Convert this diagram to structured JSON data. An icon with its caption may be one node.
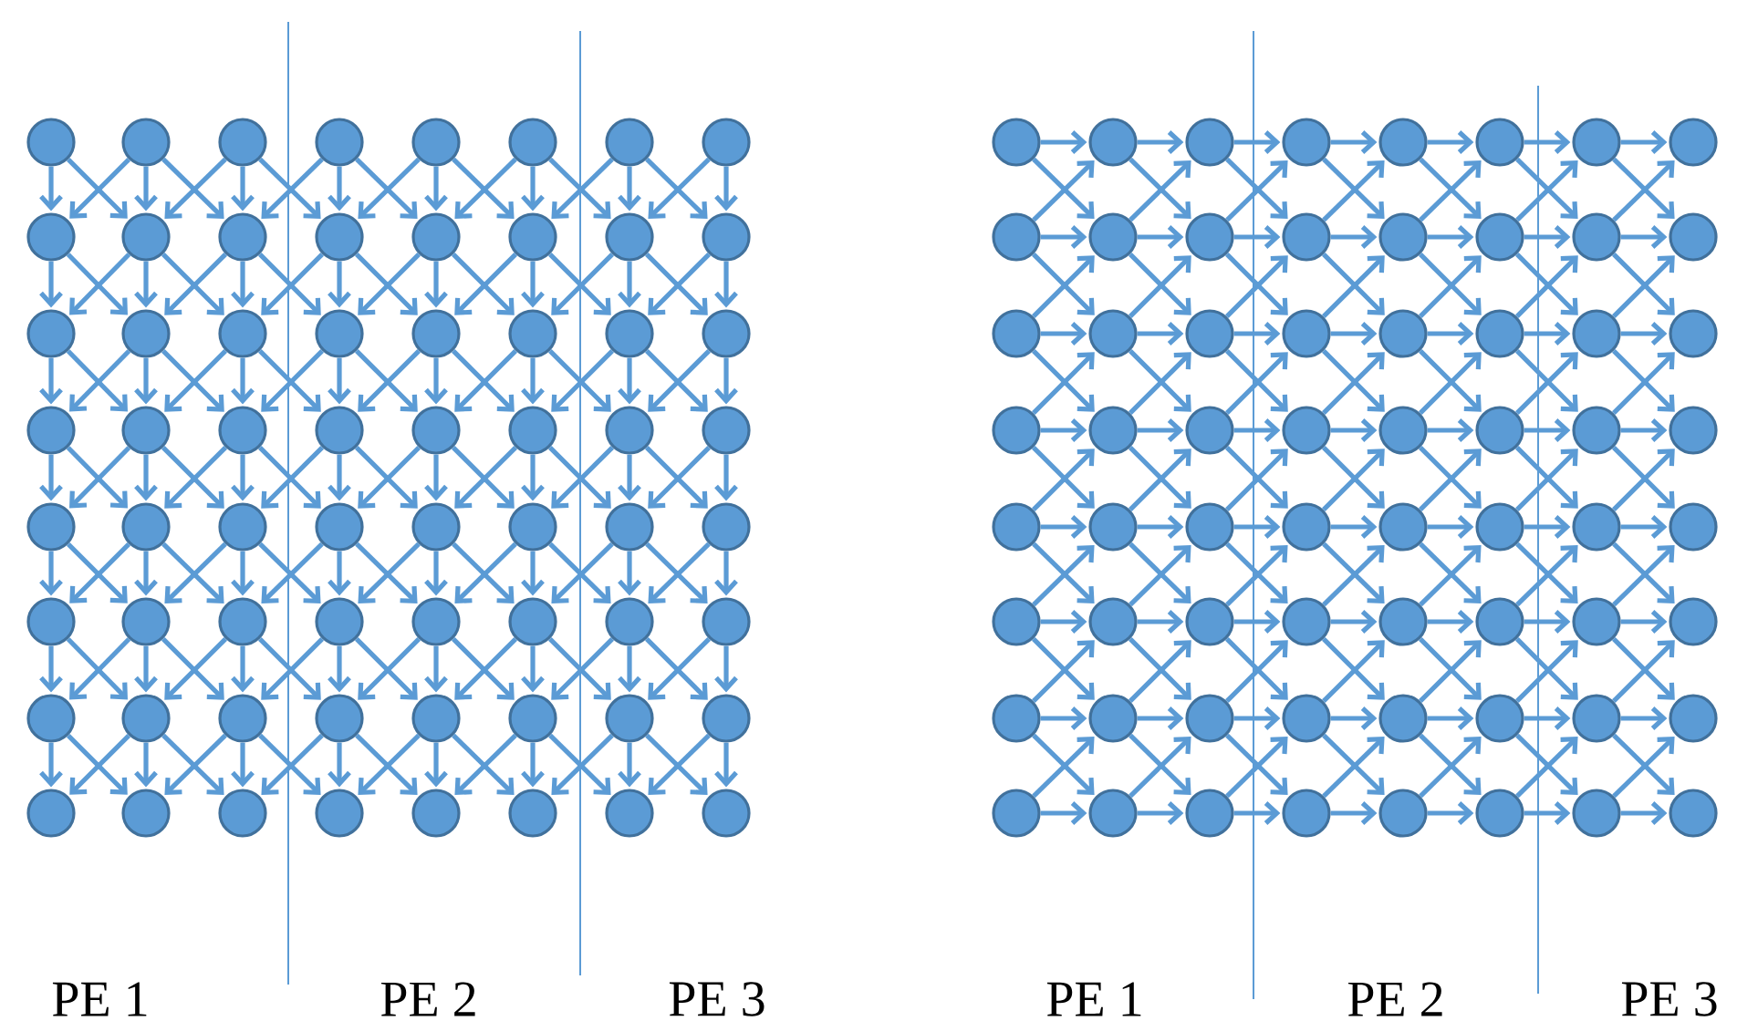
{
  "diagram": {
    "nodes": [
      {
        "text": [],
        "shape": "circle"
      },
      {
        "text": [],
        "shape": "circle"
      },
      {
        "text": [],
        "shape": "circle"
      },
      {
        "text": [],
        "shape": "circle"
      },
      {
        "text": [],
        "shape": "circle"
      },
      {
        "text": [],
        "shape": "circle"
      },
      {
        "text": [],
        "shape": "circle"
      },
      {
        "text": [],
        "shape": "circle"
      },
      {
        "text": [],
        "shape": "circle"
      },
      {
        "text": [],
        "shape": "circle"
      },
      {
        "text": [],
        "shape": "circle"
      },
      {
        "text": [],
        "shape": "circle"
      },
      {
        "text": [],
        "shape": "circle"
      },
      {
        "text": [],
        "shape": "circle"
      },
      {
        "text": [],
        "shape": "circle"
      },
      {
        "text": [],
        "shape": "circle"
      },
      {
        "text": [],
        "shape": "circle"
      },
      {
        "text": [],
        "shape": "circle"
      },
      {
        "text": [],
        "shape": "circle"
      },
      {
        "text": [],
        "shape": "circle"
      },
      {
        "text": [],
        "shape": "circle"
      },
      {
        "text": [],
        "shape": "circle"
      },
      {
        "text": [],
        "shape": "circle"
      },
      {
        "text": [],
        "shape": "circle"
      },
      {
        "text": [],
        "shape": "circle"
      },
      {
        "text": [],
        "shape": "circle"
      },
      {
        "text": [],
        "shape": "circle"
      },
      {
        "text": [],
        "shape": "circle"
      },
      {
        "text": [],
        "shape": "circle"
      },
      {
        "text": [],
        "shape": "circle"
      },
      {
        "text": [],
        "shape": "circle"
      },
      {
        "text": [],
        "shape": "circle"
      },
      {
        "text": [],
        "shape": "circle"
      },
      {
        "text": [],
        "shape": "circle"
      },
      {
        "text": [],
        "shape": "circle"
      },
      {
        "text": [],
        "shape": "circle"
      },
      {
        "text": [],
        "shape": "circle"
      },
      {
        "text": [],
        "shape": "circle"
      },
      {
        "text": [],
        "shape": "circle"
      },
      {
        "text": [],
        "shape": "circle"
      },
      {
        "text": [],
        "shape": "circle"
      },
      {
        "text": [],
        "shape": "circle"
      },
      {
        "text": [],
        "shape": "circle"
      },
      {
        "text": [],
        "shape": "circle"
      },
      {
        "text": [],
        "shape": "circle"
      },
      {
        "text": [],
        "shape": "circle"
      },
      {
        "text": [],
        "shape": "circle"
      },
      {
        "text": [],
        "shape": "circle"
      },
      {
        "text": [],
        "shape": "circle"
      },
      {
        "text": [],
        "shape": "circle"
      },
      {
        "text": [],
        "shape": "circle"
      },
      {
        "text": [],
        "shape": "circle"
      },
      {
        "text": [],
        "shape": "circle"
      },
      {
        "text": [],
        "shape": "circle"
      },
      {
        "text": [],
        "shape": "circle"
      },
      {
        "text": [],
        "shape": "circle"
      },
      {
        "text": [],
        "shape": "circle"
      },
      {
        "text": [],
        "shape": "circle"
      },
      {
        "text": [],
        "shape": "circle"
      },
      {
        "text": [],
        "shape": "circle"
      },
      {
        "text": [],
        "shape": "circle"
      },
      {
        "text": [],
        "shape": "circle"
      },
      {
        "text": [],
        "shape": "circle"
      },
      {
        "text": [],
        "shape": "circle"
      },
      {
        "text": [],
        "shape": "circle"
      },
      {
        "text": [],
        "shape": "circle"
      },
      {
        "text": [],
        "shape": "circle"
      },
      {
        "text": [],
        "shape": "circle"
      },
      {
        "text": [],
        "shape": "circle"
      },
      {
        "text": [],
        "shape": "circle"
      },
      {
        "text": [],
        "shape": "circle"
      },
      {
        "text": [],
        "shape": "circle"
      },
      {
        "text": [],
        "shape": "circle"
      },
      {
        "text": [],
        "shape": "circle"
      },
      {
        "text": [],
        "shape": "circle"
      },
      {
        "text": [],
        "shape": "circle"
      },
      {
        "text": [],
        "shape": "circle"
      },
      {
        "text": [],
        "shape": "circle"
      },
      {
        "text": [],
        "shape": "circle"
      },
      {
        "text": [],
        "shape": "circle"
      },
      {
        "text": [],
        "shape": "circle"
      },
      {
        "text": [],
        "shape": "circle"
      },
      {
        "text": [],
        "shape": "circle"
      },
      {
        "text": [],
        "shape": "circle"
      },
      {
        "text": [],
        "shape": "circle"
      },
      {
        "text": [],
        "shape": "circle"
      },
      {
        "text": [],
        "shape": "circle"
      },
      {
        "text": [],
        "shape": "circle"
      },
      {
        "text": [],
        "shape": "circle"
      },
      {
        "text": [],
        "shape": "circle"
      },
      {
        "text": [],
        "shape": "circle"
      },
      {
        "text": [],
        "shape": "circle"
      },
      {
        "text": [],
        "shape": "circle"
      },
      {
        "text": [],
        "shape": "circle"
      },
      {
        "text": [],
        "shape": "circle"
      },
      {
        "text": [],
        "shape": "circle"
      },
      {
        "text": [],
        "shape": "circle"
      },
      {
        "text": [],
        "shape": "circle"
      },
      {
        "text": [],
        "shape": "circle"
      },
      {
        "text": [],
        "shape": "circle"
      },
      {
        "text": [],
        "shape": "circle"
      },
      {
        "text": [],
        "shape": "circle"
      },
      {
        "text": [],
        "shape": "circle"
      },
      {
        "text": [],
        "shape": "circle"
      },
      {
        "text": [],
        "shape": "circle"
      },
      {
        "text": [],
        "shape": "circle"
      },
      {
        "text": [],
        "shape": "circle"
      },
      {
        "text": [],
        "shape": "circle"
      },
      {
        "text": [],
        "shape": "circle"
      },
      {
        "text": [],
        "shape": "circle"
      },
      {
        "text": [],
        "shape": "circle"
      },
      {
        "text": [],
        "shape": "circle"
      },
      {
        "text": [],
        "shape": "circle"
      },
      {
        "text": [],
        "shape": "circle"
      },
      {
        "text": [],
        "shape": "circle"
      },
      {
        "text": [],
        "shape": "circle"
      },
      {
        "text": [],
        "shape": "circle"
      },
      {
        "text": [],
        "shape": "circle"
      },
      {
        "text": [],
        "shape": "circle"
      },
      {
        "text": [],
        "shape": "circle"
      },
      {
        "text": [],
        "shape": "circle"
      },
      {
        "text": [],
        "shape": "circle"
      },
      {
        "text": [],
        "shape": "circle"
      },
      {
        "text": [],
        "shape": "circle"
      },
      {
        "text": [],
        "shape": "circle"
      },
      {
        "text": [],
        "shape": "circle"
      },
      {
        "text": [],
        "shape": "circle"
      },
      {
        "text": [],
        "shape": "circle"
      }
    ],
    "edges": [
      {
        "from": 0,
        "to": 8,
        "arrow": "to"
      },
      {
        "from": 0,
        "to": 9,
        "arrow": "to"
      },
      {
        "from": 1,
        "to": 9,
        "arrow": "to"
      },
      {
        "from": 1,
        "to": 10,
        "arrow": "to"
      },
      {
        "from": 1,
        "to": 8,
        "arrow": "to"
      },
      {
        "from": 2,
        "to": 10,
        "arrow": "to"
      },
      {
        "from": 2,
        "to": 11,
        "arrow": "to"
      },
      {
        "from": 2,
        "to": 9,
        "arrow": "to"
      },
      {
        "from": 3,
        "to": 11,
        "arrow": "to"
      },
      {
        "from": 3,
        "to": 12,
        "arrow": "to"
      },
      {
        "from": 3,
        "to": 10,
        "arrow": "to"
      },
      {
        "from": 4,
        "to": 12,
        "arrow": "to"
      },
      {
        "from": 4,
        "to": 13,
        "arrow": "to"
      },
      {
        "from": 4,
        "to": 11,
        "arrow": "to"
      },
      {
        "from": 5,
        "to": 13,
        "arrow": "to"
      },
      {
        "from": 5,
        "to": 14,
        "arrow": "to"
      },
      {
        "from": 5,
        "to": 12,
        "arrow": "to"
      },
      {
        "from": 6,
        "to": 14,
        "arrow": "to"
      },
      {
        "from": 6,
        "to": 15,
        "arrow": "to"
      },
      {
        "from": 6,
        "to": 13,
        "arrow": "to"
      },
      {
        "from": 7,
        "to": 15,
        "arrow": "to"
      },
      {
        "from": 7,
        "to": 14,
        "arrow": "to"
      },
      {
        "from": 8,
        "to": 16,
        "arrow": "to"
      },
      {
        "from": 8,
        "to": 17,
        "arrow": "to"
      },
      {
        "from": 9,
        "to": 17,
        "arrow": "to"
      },
      {
        "from": 9,
        "to": 18,
        "arrow": "to"
      },
      {
        "from": 9,
        "to": 16,
        "arrow": "to"
      },
      {
        "from": 10,
        "to": 18,
        "arrow": "to"
      },
      {
        "from": 10,
        "to": 19,
        "arrow": "to"
      },
      {
        "from": 10,
        "to": 17,
        "arrow": "to"
      },
      {
        "from": 11,
        "to": 19,
        "arrow": "to"
      },
      {
        "from": 11,
        "to": 20,
        "arrow": "to"
      },
      {
        "from": 11,
        "to": 18,
        "arrow": "to"
      },
      {
        "from": 12,
        "to": 20,
        "arrow": "to"
      },
      {
        "from": 12,
        "to": 21,
        "arrow": "to"
      },
      {
        "from": 12,
        "to": 19,
        "arrow": "to"
      },
      {
        "from": 13,
        "to": 21,
        "arrow": "to"
      },
      {
        "from": 13,
        "to": 22,
        "arrow": "to"
      },
      {
        "from": 13,
        "to": 20,
        "arrow": "to"
      },
      {
        "from": 14,
        "to": 22,
        "arrow": "to"
      },
      {
        "from": 14,
        "to": 23,
        "arrow": "to"
      },
      {
        "from": 14,
        "to": 21,
        "arrow": "to"
      },
      {
        "from": 15,
        "to": 23,
        "arrow": "to"
      },
      {
        "from": 15,
        "to": 22,
        "arrow": "to"
      },
      {
        "from": 16,
        "to": 24,
        "arrow": "to"
      },
      {
        "from": 16,
        "to": 25,
        "arrow": "to"
      },
      {
        "from": 17,
        "to": 25,
        "arrow": "to"
      },
      {
        "from": 17,
        "to": 26,
        "arrow": "to"
      },
      {
        "from": 17,
        "to": 24,
        "arrow": "to"
      },
      {
        "from": 18,
        "to": 26,
        "arrow": "to"
      },
      {
        "from": 18,
        "to": 27,
        "arrow": "to"
      },
      {
        "from": 18,
        "to": 25,
        "arrow": "to"
      },
      {
        "from": 19,
        "to": 27,
        "arrow": "to"
      },
      {
        "from": 19,
        "to": 28,
        "arrow": "to"
      },
      {
        "from": 19,
        "to": 26,
        "arrow": "to"
      },
      {
        "from": 20,
        "to": 28,
        "arrow": "to"
      },
      {
        "from": 20,
        "to": 29,
        "arrow": "to"
      },
      {
        "from": 20,
        "to": 27,
        "arrow": "to"
      },
      {
        "from": 21,
        "to": 29,
        "arrow": "to"
      },
      {
        "from": 21,
        "to": 30,
        "arrow": "to"
      },
      {
        "from": 21,
        "to": 28,
        "arrow": "to"
      },
      {
        "from": 22,
        "to": 30,
        "arrow": "to"
      },
      {
        "from": 22,
        "to": 31,
        "arrow": "to"
      },
      {
        "from": 22,
        "to": 29,
        "arrow": "to"
      },
      {
        "from": 23,
        "to": 31,
        "arrow": "to"
      },
      {
        "from": 23,
        "to": 30,
        "arrow": "to"
      },
      {
        "from": 24,
        "to": 32,
        "arrow": "to"
      },
      {
        "from": 24,
        "to": 33,
        "arrow": "to"
      },
      {
        "from": 25,
        "to": 33,
        "arrow": "to"
      },
      {
        "from": 25,
        "to": 34,
        "arrow": "to"
      },
      {
        "from": 25,
        "to": 32,
        "arrow": "to"
      },
      {
        "from": 26,
        "to": 34,
        "arrow": "to"
      },
      {
        "from": 26,
        "to": 35,
        "arrow": "to"
      },
      {
        "from": 26,
        "to": 33,
        "arrow": "to"
      },
      {
        "from": 27,
        "to": 35,
        "arrow": "to"
      },
      {
        "from": 27,
        "to": 36,
        "arrow": "to"
      },
      {
        "from": 27,
        "to": 34,
        "arrow": "to"
      },
      {
        "from": 28,
        "to": 36,
        "arrow": "to"
      },
      {
        "from": 28,
        "to": 37,
        "arrow": "to"
      },
      {
        "from": 28,
        "to": 35,
        "arrow": "to"
      },
      {
        "from": 29,
        "to": 37,
        "arrow": "to"
      },
      {
        "from": 29,
        "to": 38,
        "arrow": "to"
      },
      {
        "from": 29,
        "to": 36,
        "arrow": "to"
      },
      {
        "from": 30,
        "to": 38,
        "arrow": "to"
      },
      {
        "from": 30,
        "to": 39,
        "arrow": "to"
      },
      {
        "from": 30,
        "to": 37,
        "arrow": "to"
      },
      {
        "from": 31,
        "to": 39,
        "arrow": "to"
      },
      {
        "from": 31,
        "to": 38,
        "arrow": "to"
      },
      {
        "from": 32,
        "to": 40,
        "arrow": "to"
      },
      {
        "from": 32,
        "to": 41,
        "arrow": "to"
      },
      {
        "from": 33,
        "to": 41,
        "arrow": "to"
      },
      {
        "from": 33,
        "to": 42,
        "arrow": "to"
      },
      {
        "from": 33,
        "to": 40,
        "arrow": "to"
      },
      {
        "from": 34,
        "to": 42,
        "arrow": "to"
      },
      {
        "from": 34,
        "to": 43,
        "arrow": "to"
      },
      {
        "from": 34,
        "to": 41,
        "arrow": "to"
      },
      {
        "from": 35,
        "to": 43,
        "arrow": "to"
      },
      {
        "from": 35,
        "to": 44,
        "arrow": "to"
      },
      {
        "from": 35,
        "to": 42,
        "arrow": "to"
      },
      {
        "from": 36,
        "to": 44,
        "arrow": "to"
      },
      {
        "from": 36,
        "to": 45,
        "arrow": "to"
      },
      {
        "from": 36,
        "to": 43,
        "arrow": "to"
      },
      {
        "from": 37,
        "to": 45,
        "arrow": "to"
      },
      {
        "from": 37,
        "to": 46,
        "arrow": "to"
      },
      {
        "from": 37,
        "to": 44,
        "arrow": "to"
      },
      {
        "from": 38,
        "to": 46,
        "arrow": "to"
      },
      {
        "from": 38,
        "to": 47,
        "arrow": "to"
      },
      {
        "from": 38,
        "to": 45,
        "arrow": "to"
      },
      {
        "from": 39,
        "to": 47,
        "arrow": "to"
      },
      {
        "from": 39,
        "to": 46,
        "arrow": "to"
      },
      {
        "from": 40,
        "to": 48,
        "arrow": "to"
      },
      {
        "from": 40,
        "to": 49,
        "arrow": "to"
      },
      {
        "from": 41,
        "to": 49,
        "arrow": "to"
      },
      {
        "from": 41,
        "to": 50,
        "arrow": "to"
      },
      {
        "from": 41,
        "to": 48,
        "arrow": "to"
      },
      {
        "from": 42,
        "to": 50,
        "arrow": "to"
      },
      {
        "from": 42,
        "to": 51,
        "arrow": "to"
      },
      {
        "from": 42,
        "to": 49,
        "arrow": "to"
      },
      {
        "from": 43,
        "to": 51,
        "arrow": "to"
      },
      {
        "from": 43,
        "to": 52,
        "arrow": "to"
      },
      {
        "from": 43,
        "to": 50,
        "arrow": "to"
      },
      {
        "from": 44,
        "to": 52,
        "arrow": "to"
      },
      {
        "from": 44,
        "to": 53,
        "arrow": "to"
      },
      {
        "from": 44,
        "to": 51,
        "arrow": "to"
      },
      {
        "from": 45,
        "to": 53,
        "arrow": "to"
      },
      {
        "from": 45,
        "to": 54,
        "arrow": "to"
      },
      {
        "from": 45,
        "to": 52,
        "arrow": "to"
      },
      {
        "from": 46,
        "to": 54,
        "arrow": "to"
      },
      {
        "from": 46,
        "to": 55,
        "arrow": "to"
      },
      {
        "from": 46,
        "to": 53,
        "arrow": "to"
      },
      {
        "from": 47,
        "to": 55,
        "arrow": "to"
      },
      {
        "from": 47,
        "to": 54,
        "arrow": "to"
      },
      {
        "from": 48,
        "to": 56,
        "arrow": "to"
      },
      {
        "from": 48,
        "to": 57,
        "arrow": "to"
      },
      {
        "from": 49,
        "to": 57,
        "arrow": "to"
      },
      {
        "from": 49,
        "to": 58,
        "arrow": "to"
      },
      {
        "from": 49,
        "to": 56,
        "arrow": "to"
      },
      {
        "from": 50,
        "to": 58,
        "arrow": "to"
      },
      {
        "from": 50,
        "to": 59,
        "arrow": "to"
      },
      {
        "from": 50,
        "to": 57,
        "arrow": "to"
      },
      {
        "from": 51,
        "to": 59,
        "arrow": "to"
      },
      {
        "from": 51,
        "to": 60,
        "arrow": "to"
      },
      {
        "from": 51,
        "to": 58,
        "arrow": "to"
      },
      {
        "from": 52,
        "to": 60,
        "arrow": "to"
      },
      {
        "from": 52,
        "to": 61,
        "arrow": "to"
      },
      {
        "from": 52,
        "to": 59,
        "arrow": "to"
      },
      {
        "from": 53,
        "to": 61,
        "arrow": "to"
      },
      {
        "from": 53,
        "to": 62,
        "arrow": "to"
      },
      {
        "from": 53,
        "to": 60,
        "arrow": "to"
      },
      {
        "from": 54,
        "to": 62,
        "arrow": "to"
      },
      {
        "from": 54,
        "to": 63,
        "arrow": "to"
      },
      {
        "from": 54,
        "to": 61,
        "arrow": "to"
      },
      {
        "from": 55,
        "to": 63,
        "arrow": "to"
      },
      {
        "from": 55,
        "to": 62,
        "arrow": "to"
      },
      {
        "from": 64,
        "to": 65,
        "arrow": "to"
      },
      {
        "from": 64,
        "to": 73,
        "arrow": "to"
      },
      {
        "from": 72,
        "to": 73,
        "arrow": "to"
      },
      {
        "from": 72,
        "to": 81,
        "arrow": "to"
      },
      {
        "from": 72,
        "to": 65,
        "arrow": "to"
      },
      {
        "from": 80,
        "to": 81,
        "arrow": "to"
      },
      {
        "from": 80,
        "to": 89,
        "arrow": "to"
      },
      {
        "from": 80,
        "to": 73,
        "arrow": "to"
      },
      {
        "from": 88,
        "to": 89,
        "arrow": "to"
      },
      {
        "from": 88,
        "to": 97,
        "arrow": "to"
      },
      {
        "from": 88,
        "to": 81,
        "arrow": "to"
      },
      {
        "from": 96,
        "to": 97,
        "arrow": "to"
      },
      {
        "from": 96,
        "to": 105,
        "arrow": "to"
      },
      {
        "from": 96,
        "to": 89,
        "arrow": "to"
      },
      {
        "from": 104,
        "to": 105,
        "arrow": "to"
      },
      {
        "from": 104,
        "to": 113,
        "arrow": "to"
      },
      {
        "from": 104,
        "to": 97,
        "arrow": "to"
      },
      {
        "from": 112,
        "to": 113,
        "arrow": "to"
      },
      {
        "from": 112,
        "to": 121,
        "arrow": "to"
      },
      {
        "from": 112,
        "to": 105,
        "arrow": "to"
      },
      {
        "from": 120,
        "to": 121,
        "arrow": "to"
      },
      {
        "from": 120,
        "to": 113,
        "arrow": "to"
      },
      {
        "from": 65,
        "to": 66,
        "arrow": "to"
      },
      {
        "from": 65,
        "to": 74,
        "arrow": "to"
      },
      {
        "from": 73,
        "to": 74,
        "arrow": "to"
      },
      {
        "from": 73,
        "to": 82,
        "arrow": "to"
      },
      {
        "from": 73,
        "to": 66,
        "arrow": "to"
      },
      {
        "from": 81,
        "to": 82,
        "arrow": "to"
      },
      {
        "from": 81,
        "to": 90,
        "arrow": "to"
      },
      {
        "from": 81,
        "to": 74,
        "arrow": "to"
      },
      {
        "from": 89,
        "to": 90,
        "arrow": "to"
      },
      {
        "from": 89,
        "to": 98,
        "arrow": "to"
      },
      {
        "from": 89,
        "to": 82,
        "arrow": "to"
      },
      {
        "from": 97,
        "to": 98,
        "arrow": "to"
      },
      {
        "from": 97,
        "to": 106,
        "arrow": "to"
      },
      {
        "from": 97,
        "to": 90,
        "arrow": "to"
      },
      {
        "from": 105,
        "to": 106,
        "arrow": "to"
      },
      {
        "from": 105,
        "to": 114,
        "arrow": "to"
      },
      {
        "from": 105,
        "to": 98,
        "arrow": "to"
      },
      {
        "from": 113,
        "to": 114,
        "arrow": "to"
      },
      {
        "from": 113,
        "to": 122,
        "arrow": "to"
      },
      {
        "from": 113,
        "to": 106,
        "arrow": "to"
      },
      {
        "from": 121,
        "to": 122,
        "arrow": "to"
      },
      {
        "from": 121,
        "to": 114,
        "arrow": "to"
      },
      {
        "from": 66,
        "to": 67,
        "arrow": "to"
      },
      {
        "from": 66,
        "to": 75,
        "arrow": "to"
      },
      {
        "from": 74,
        "to": 75,
        "arrow": "to"
      },
      {
        "from": 74,
        "to": 83,
        "arrow": "to"
      },
      {
        "from": 74,
        "to": 67,
        "arrow": "to"
      },
      {
        "from": 82,
        "to": 83,
        "arrow": "to"
      },
      {
        "from": 82,
        "to": 91,
        "arrow": "to"
      },
      {
        "from": 82,
        "to": 75,
        "arrow": "to"
      },
      {
        "from": 90,
        "to": 91,
        "arrow": "to"
      },
      {
        "from": 90,
        "to": 99,
        "arrow": "to"
      },
      {
        "from": 90,
        "to": 83,
        "arrow": "to"
      },
      {
        "from": 98,
        "to": 99,
        "arrow": "to"
      },
      {
        "from": 98,
        "to": 107,
        "arrow": "to"
      },
      {
        "from": 98,
        "to": 91,
        "arrow": "to"
      },
      {
        "from": 106,
        "to": 107,
        "arrow": "to"
      },
      {
        "from": 106,
        "to": 115,
        "arrow": "to"
      },
      {
        "from": 106,
        "to": 99,
        "arrow": "to"
      },
      {
        "from": 114,
        "to": 115,
        "arrow": "to"
      },
      {
        "from": 114,
        "to": 123,
        "arrow": "to"
      },
      {
        "from": 114,
        "to": 107,
        "arrow": "to"
      },
      {
        "from": 122,
        "to": 123,
        "arrow": "to"
      },
      {
        "from": 122,
        "to": 115,
        "arrow": "to"
      },
      {
        "from": 67,
        "to": 68,
        "arrow": "to"
      },
      {
        "from": 67,
        "to": 76,
        "arrow": "to"
      },
      {
        "from": 75,
        "to": 76,
        "arrow": "to"
      },
      {
        "from": 75,
        "to": 84,
        "arrow": "to"
      },
      {
        "from": 75,
        "to": 68,
        "arrow": "to"
      },
      {
        "from": 83,
        "to": 84,
        "arrow": "to"
      },
      {
        "from": 83,
        "to": 92,
        "arrow": "to"
      },
      {
        "from": 83,
        "to": 76,
        "arrow": "to"
      },
      {
        "from": 91,
        "to": 92,
        "arrow": "to"
      },
      {
        "from": 91,
        "to": 100,
        "arrow": "to"
      },
      {
        "from": 91,
        "to": 84,
        "arrow": "to"
      },
      {
        "from": 99,
        "to": 100,
        "arrow": "to"
      },
      {
        "from": 99,
        "to": 108,
        "arrow": "to"
      },
      {
        "from": 99,
        "to": 92,
        "arrow": "to"
      },
      {
        "from": 107,
        "to": 108,
        "arrow": "to"
      },
      {
        "from": 107,
        "to": 116,
        "arrow": "to"
      },
      {
        "from": 107,
        "to": 100,
        "arrow": "to"
      },
      {
        "from": 115,
        "to": 116,
        "arrow": "to"
      },
      {
        "from": 115,
        "to": 124,
        "arrow": "to"
      },
      {
        "from": 115,
        "to": 108,
        "arrow": "to"
      },
      {
        "from": 123,
        "to": 124,
        "arrow": "to"
      },
      {
        "from": 123,
        "to": 116,
        "arrow": "to"
      },
      {
        "from": 68,
        "to": 69,
        "arrow": "to"
      },
      {
        "from": 68,
        "to": 77,
        "arrow": "to"
      },
      {
        "from": 76,
        "to": 77,
        "arrow": "to"
      },
      {
        "from": 76,
        "to": 85,
        "arrow": "to"
      },
      {
        "from": 76,
        "to": 69,
        "arrow": "to"
      },
      {
        "from": 84,
        "to": 85,
        "arrow": "to"
      },
      {
        "from": 84,
        "to": 93,
        "arrow": "to"
      },
      {
        "from": 84,
        "to": 77,
        "arrow": "to"
      },
      {
        "from": 92,
        "to": 93,
        "arrow": "to"
      },
      {
        "from": 92,
        "to": 101,
        "arrow": "to"
      },
      {
        "from": 92,
        "to": 85,
        "arrow": "to"
      },
      {
        "from": 100,
        "to": 101,
        "arrow": "to"
      },
      {
        "from": 100,
        "to": 109,
        "arrow": "to"
      },
      {
        "from": 100,
        "to": 93,
        "arrow": "to"
      },
      {
        "from": 108,
        "to": 109,
        "arrow": "to"
      },
      {
        "from": 108,
        "to": 117,
        "arrow": "to"
      },
      {
        "from": 108,
        "to": 101,
        "arrow": "to"
      },
      {
        "from": 116,
        "to": 117,
        "arrow": "to"
      },
      {
        "from": 116,
        "to": 125,
        "arrow": "to"
      },
      {
        "from": 116,
        "to": 109,
        "arrow": "to"
      },
      {
        "from": 124,
        "to": 125,
        "arrow": "to"
      },
      {
        "from": 124,
        "to": 117,
        "arrow": "to"
      },
      {
        "from": 69,
        "to": 70,
        "arrow": "to"
      },
      {
        "from": 69,
        "to": 78,
        "arrow": "to"
      },
      {
        "from": 77,
        "to": 78,
        "arrow": "to"
      },
      {
        "from": 77,
        "to": 86,
        "arrow": "to"
      },
      {
        "from": 77,
        "to": 70,
        "arrow": "to"
      },
      {
        "from": 85,
        "to": 86,
        "arrow": "to"
      },
      {
        "from": 85,
        "to": 94,
        "arrow": "to"
      },
      {
        "from": 85,
        "to": 78,
        "arrow": "to"
      },
      {
        "from": 93,
        "to": 94,
        "arrow": "to"
      },
      {
        "from": 93,
        "to": 102,
        "arrow": "to"
      },
      {
        "from": 93,
        "to": 86,
        "arrow": "to"
      },
      {
        "from": 101,
        "to": 102,
        "arrow": "to"
      },
      {
        "from": 101,
        "to": 110,
        "arrow": "to"
      },
      {
        "from": 101,
        "to": 94,
        "arrow": "to"
      },
      {
        "from": 109,
        "to": 110,
        "arrow": "to"
      },
      {
        "from": 109,
        "to": 118,
        "arrow": "to"
      },
      {
        "from": 109,
        "to": 102,
        "arrow": "to"
      },
      {
        "from": 117,
        "to": 118,
        "arrow": "to"
      },
      {
        "from": 117,
        "to": 126,
        "arrow": "to"
      },
      {
        "from": 117,
        "to": 110,
        "arrow": "to"
      },
      {
        "from": 125,
        "to": 126,
        "arrow": "to"
      },
      {
        "from": 125,
        "to": 118,
        "arrow": "to"
      },
      {
        "from": 70,
        "to": 71,
        "arrow": "to"
      },
      {
        "from": 70,
        "to": 79,
        "arrow": "to"
      },
      {
        "from": 78,
        "to": 79,
        "arrow": "to"
      },
      {
        "from": 78,
        "to": 87,
        "arrow": "to"
      },
      {
        "from": 78,
        "to": 71,
        "arrow": "to"
      },
      {
        "from": 86,
        "to": 87,
        "arrow": "to"
      },
      {
        "from": 86,
        "to": 95,
        "arrow": "to"
      },
      {
        "from": 86,
        "to": 79,
        "arrow": "to"
      },
      {
        "from": 94,
        "to": 95,
        "arrow": "to"
      },
      {
        "from": 94,
        "to": 103,
        "arrow": "to"
      },
      {
        "from": 94,
        "to": 87,
        "arrow": "to"
      },
      {
        "from": 102,
        "to": 103,
        "arrow": "to"
      },
      {
        "from": 102,
        "to": 111,
        "arrow": "to"
      },
      {
        "from": 102,
        "to": 95,
        "arrow": "to"
      },
      {
        "from": 110,
        "to": 111,
        "arrow": "to"
      },
      {
        "from": 110,
        "to": 119,
        "arrow": "to"
      },
      {
        "from": 110,
        "to": 103,
        "arrow": "to"
      },
      {
        "from": 118,
        "to": 119,
        "arrow": "to"
      },
      {
        "from": 118,
        "to": 127,
        "arrow": "to"
      },
      {
        "from": 118,
        "to": 111,
        "arrow": "to"
      },
      {
        "from": 126,
        "to": 127,
        "arrow": "to"
      },
      {
        "from": 126,
        "to": 119,
        "arrow": "to"
      }
    ],
    "labels": [
      "PE 1",
      "PE 2",
      "PE 3",
      "PE 1",
      "PE 2",
      "PE 3"
    ]
  }
}
